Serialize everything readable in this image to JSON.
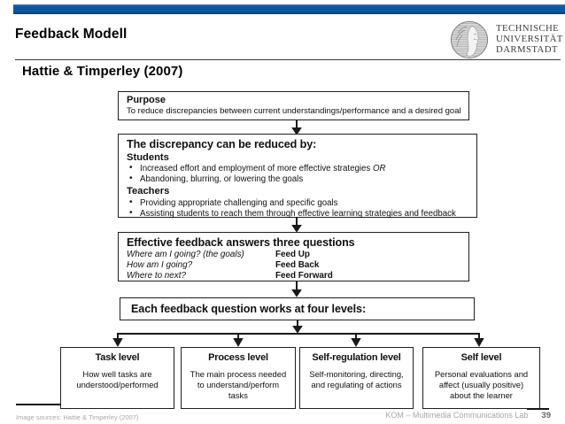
{
  "slide": {
    "title": "Feedback Modell",
    "subtitle": "Hattie & Timperley (2007)"
  },
  "logo": {
    "lines": [
      "TECHNISCHE",
      "UNIVERSITÄT",
      "DARMSTADT"
    ]
  },
  "diagram": {
    "purpose": {
      "heading": "Purpose",
      "body": "To reduce discrepancies between current understandings/performance and a desired goal"
    },
    "discrepancy": {
      "heading": "The discrepancy can be reduced by:",
      "students": {
        "heading": "Students",
        "bullets": [
          {
            "text": "Increased effort and employment of more effective strategies",
            "italic": "OR"
          },
          {
            "text": "Abandoning, blurring, or lowering the goals"
          }
        ]
      },
      "teachers": {
        "heading": "Teachers",
        "bullets": [
          {
            "text": "Providing appropriate challenging and specific goals"
          },
          {
            "text": "Assisting students to reach them through effective learning strategies and feedback"
          }
        ]
      }
    },
    "questions": {
      "heading": "Effective feedback answers three questions",
      "rows": [
        {
          "q": "Where am I going? (the goals)",
          "a": "Feed Up"
        },
        {
          "q": "How am I going?",
          "a": "Feed Back"
        },
        {
          "q": "Where to next?",
          "a": "Feed Forward"
        }
      ]
    },
    "levels_heading": "Each feedback question works at four levels:",
    "levels": [
      {
        "title": "Task level",
        "body": "How well tasks are understood/performed"
      },
      {
        "title": "Process level",
        "body": "The main process needed to understand/perform tasks"
      },
      {
        "title": "Self-regulation level",
        "body": "Self-monitoring, directing, and regulating of actions"
      },
      {
        "title": "Self level",
        "body": "Personal evaluations and affect (usually positive) about the learner"
      }
    ]
  },
  "footer": {
    "left": "Image sources: Hattie & Timperley (2007)",
    "lab": "KOM – Multimedia Communications Lab",
    "page": "39"
  },
  "colors": {
    "bar_blue": "#0c57a5",
    "bar_blue_dark": "#1d3a6b",
    "diagram_ink": "#1f1f1f",
    "footer_gray": "#a6a6a6"
  }
}
